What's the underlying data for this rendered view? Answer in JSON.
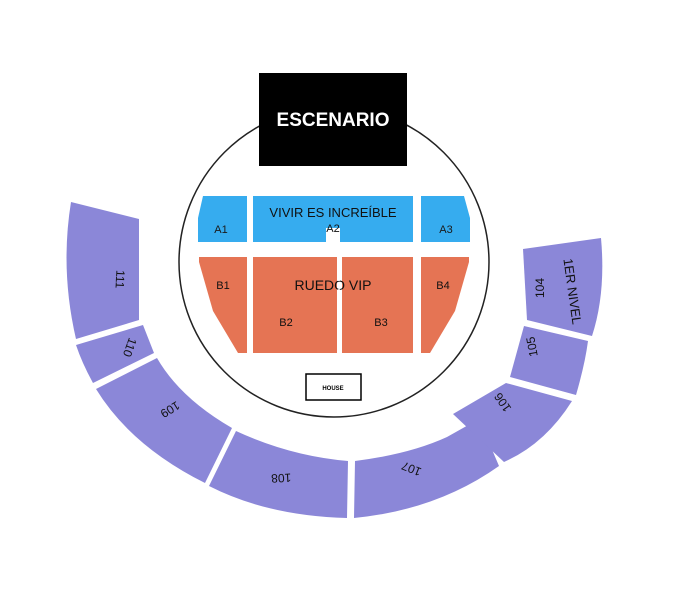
{
  "stage": {
    "label": "ESCENARIO"
  },
  "floor": {
    "banner": "VIVIR ES INCREÍBLE",
    "vip_label": "RUEDO VIP",
    "house_label": "HOUSE",
    "sections": {
      "a1": "A1",
      "a2": "A2",
      "a3": "A3",
      "b1": "B1",
      "b2": "B2",
      "b3": "B3",
      "b4": "B4"
    }
  },
  "level": {
    "name": "1ER NIVEL",
    "sections": {
      "s104": "104",
      "s105": "105",
      "s106": "106",
      "s107": "107",
      "s108": "108",
      "s109": "109",
      "s110": "110",
      "s111": "111"
    }
  },
  "colors": {
    "stage": "#000000",
    "section_a": "#36acef",
    "section_b": "#e57454",
    "level_sections": "#8b87d8"
  }
}
